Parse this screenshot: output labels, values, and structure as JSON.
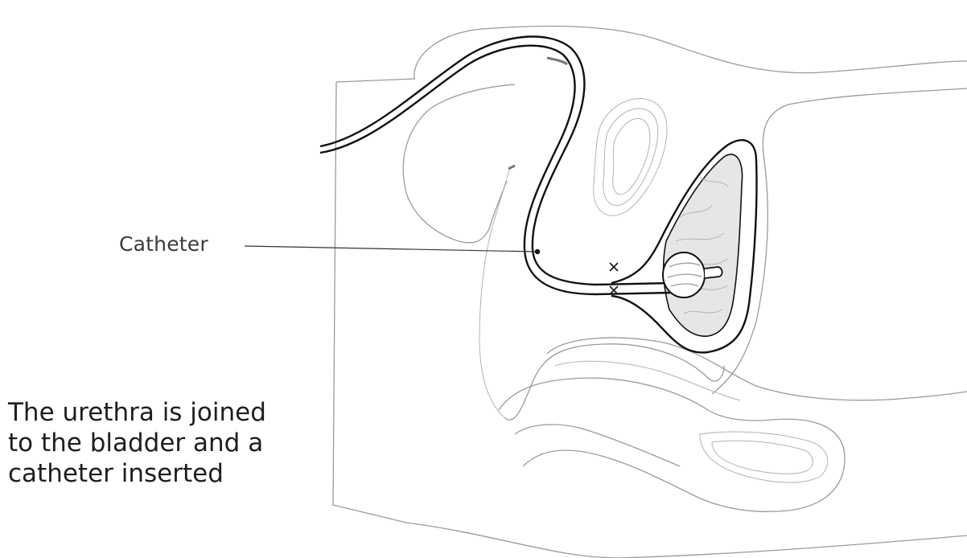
{
  "labels": {
    "catheter": "Catheter",
    "caption_lines": [
      "The urethra is joined",
      "to the bladder and a",
      "catheter inserted"
    ]
  },
  "colors": {
    "outline": "#9a9a9a",
    "bold_outline": "#111111",
    "bladder_fill": "#e6e6e6",
    "text": "#1e1e1e"
  }
}
